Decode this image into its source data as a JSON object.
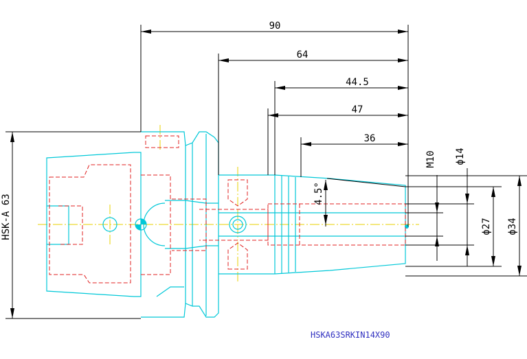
{
  "dimensions": {
    "overall_length": "90",
    "length_64": "64",
    "length_44_5": "44.5",
    "length_47": "47",
    "length_36": "36",
    "taper_angle": "4.5°",
    "thread": "M10",
    "dia_14": "ϕ14",
    "dia_27": "ϕ27",
    "dia_34": "ϕ34",
    "interface": "HSK-A 63"
  },
  "part_number": "HSKA63SRKIN14X90",
  "colors": {
    "outline": "#00c8d8",
    "hidden": "#e02020",
    "center": "#e8d000",
    "dimension": "#000000",
    "part_number": "#3030c0"
  }
}
